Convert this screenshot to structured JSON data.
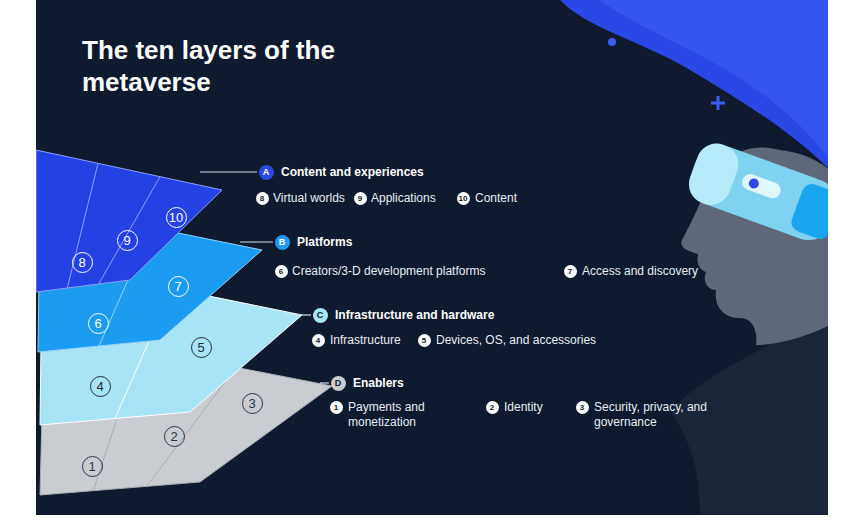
{
  "diagram": {
    "title": "The ten layers of the metaverse",
    "labels": [
      "A",
      "Content and experiences",
      "8",
      "Virtual worlds",
      "9",
      "Applications",
      "10",
      "Content",
      "B",
      "Platforms",
      "6",
      "Creators/3-D development platforms",
      "7",
      "Access and discovery",
      "C",
      "Infrastructure and hardware",
      "4",
      "Infrastructure",
      "5",
      "Devices, OS, and accessories",
      "D",
      "Enablers",
      "1",
      "Payments and monetization",
      "2",
      "Identity",
      "3",
      "Security, privacy, and governance",
      "10",
      "9",
      "8",
      "7",
      "6",
      "5",
      "4",
      "3",
      "2",
      "1"
    ]
  }
}
